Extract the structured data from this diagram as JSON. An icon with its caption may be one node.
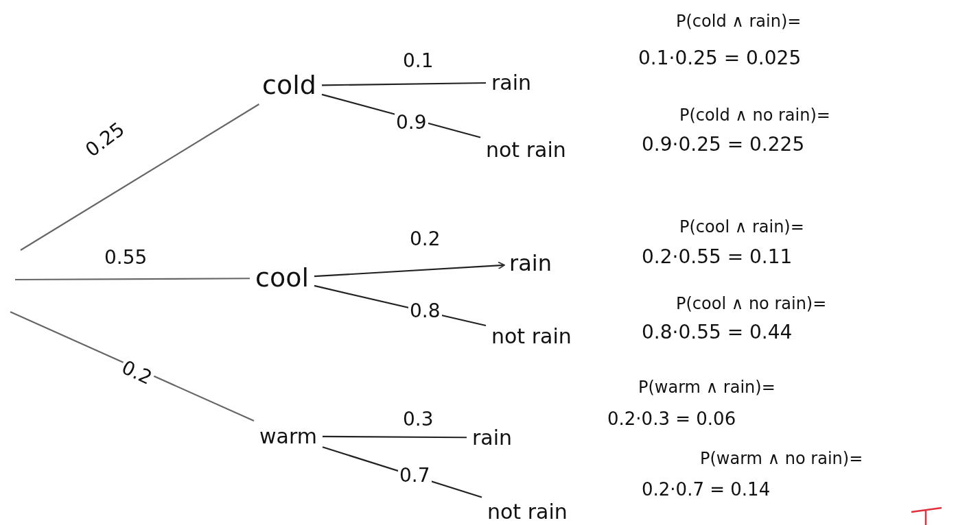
{
  "diagram": {
    "nodes": [
      {
        "text": [
          "cold"
        ]
      },
      {
        "text": [
          "rain"
        ],
        "beside": [
          "P(cold ∧ rain)=",
          "0.1·0.25 = 0.025"
        ]
      },
      {
        "text": [
          "not rain"
        ],
        "beside": [
          "P(cold ∧ no rain)=",
          "0.9·0.25 = 0.225"
        ]
      },
      {
        "text": [
          "cool"
        ]
      },
      {
        "text": [
          "rain"
        ],
        "beside": [
          "P(cool ∧ rain)=",
          "0.2·0.55 = 0.11"
        ]
      },
      {
        "text": [
          "not rain"
        ],
        "beside": [
          "P(cool ∧ no rain)=",
          "0.8·0.55 = 0.44"
        ]
      },
      {
        "text": [
          "warm"
        ]
      },
      {
        "text": [
          "rain"
        ],
        "beside": [
          "P(warm ∧ rain)=",
          "0.2·0.3 = 0.06"
        ]
      },
      {
        "text": [
          "not rain"
        ],
        "beside": [
          "P(warm ∧ no rain)=",
          "0.2·0.7 = 0.14"
        ]
      }
    ],
    "edges": [
      {
        "from": null,
        "to": 0,
        "arrow": "none",
        "label": "0.25",
        "color": "#666666"
      },
      {
        "from": null,
        "to": 3,
        "arrow": "none",
        "label": "0.55",
        "color": "#666666"
      },
      {
        "from": null,
        "to": 6,
        "arrow": "none",
        "label": "0.2",
        "color": "#666666"
      },
      {
        "from": 0,
        "to": 1,
        "arrow": "none",
        "label": "0.1"
      },
      {
        "from": 0,
        "to": 2,
        "arrow": "none",
        "label": "0.9"
      },
      {
        "from": 3,
        "to": 4,
        "arrow": "to",
        "label": "0.2"
      },
      {
        "from": 3,
        "to": 5,
        "arrow": "none",
        "label": "0.8"
      },
      {
        "from": 6,
        "to": 7,
        "arrow": "none",
        "label": "0.3"
      },
      {
        "from": 6,
        "to": 8,
        "arrow": "none",
        "label": "0.7"
      }
    ]
  }
}
